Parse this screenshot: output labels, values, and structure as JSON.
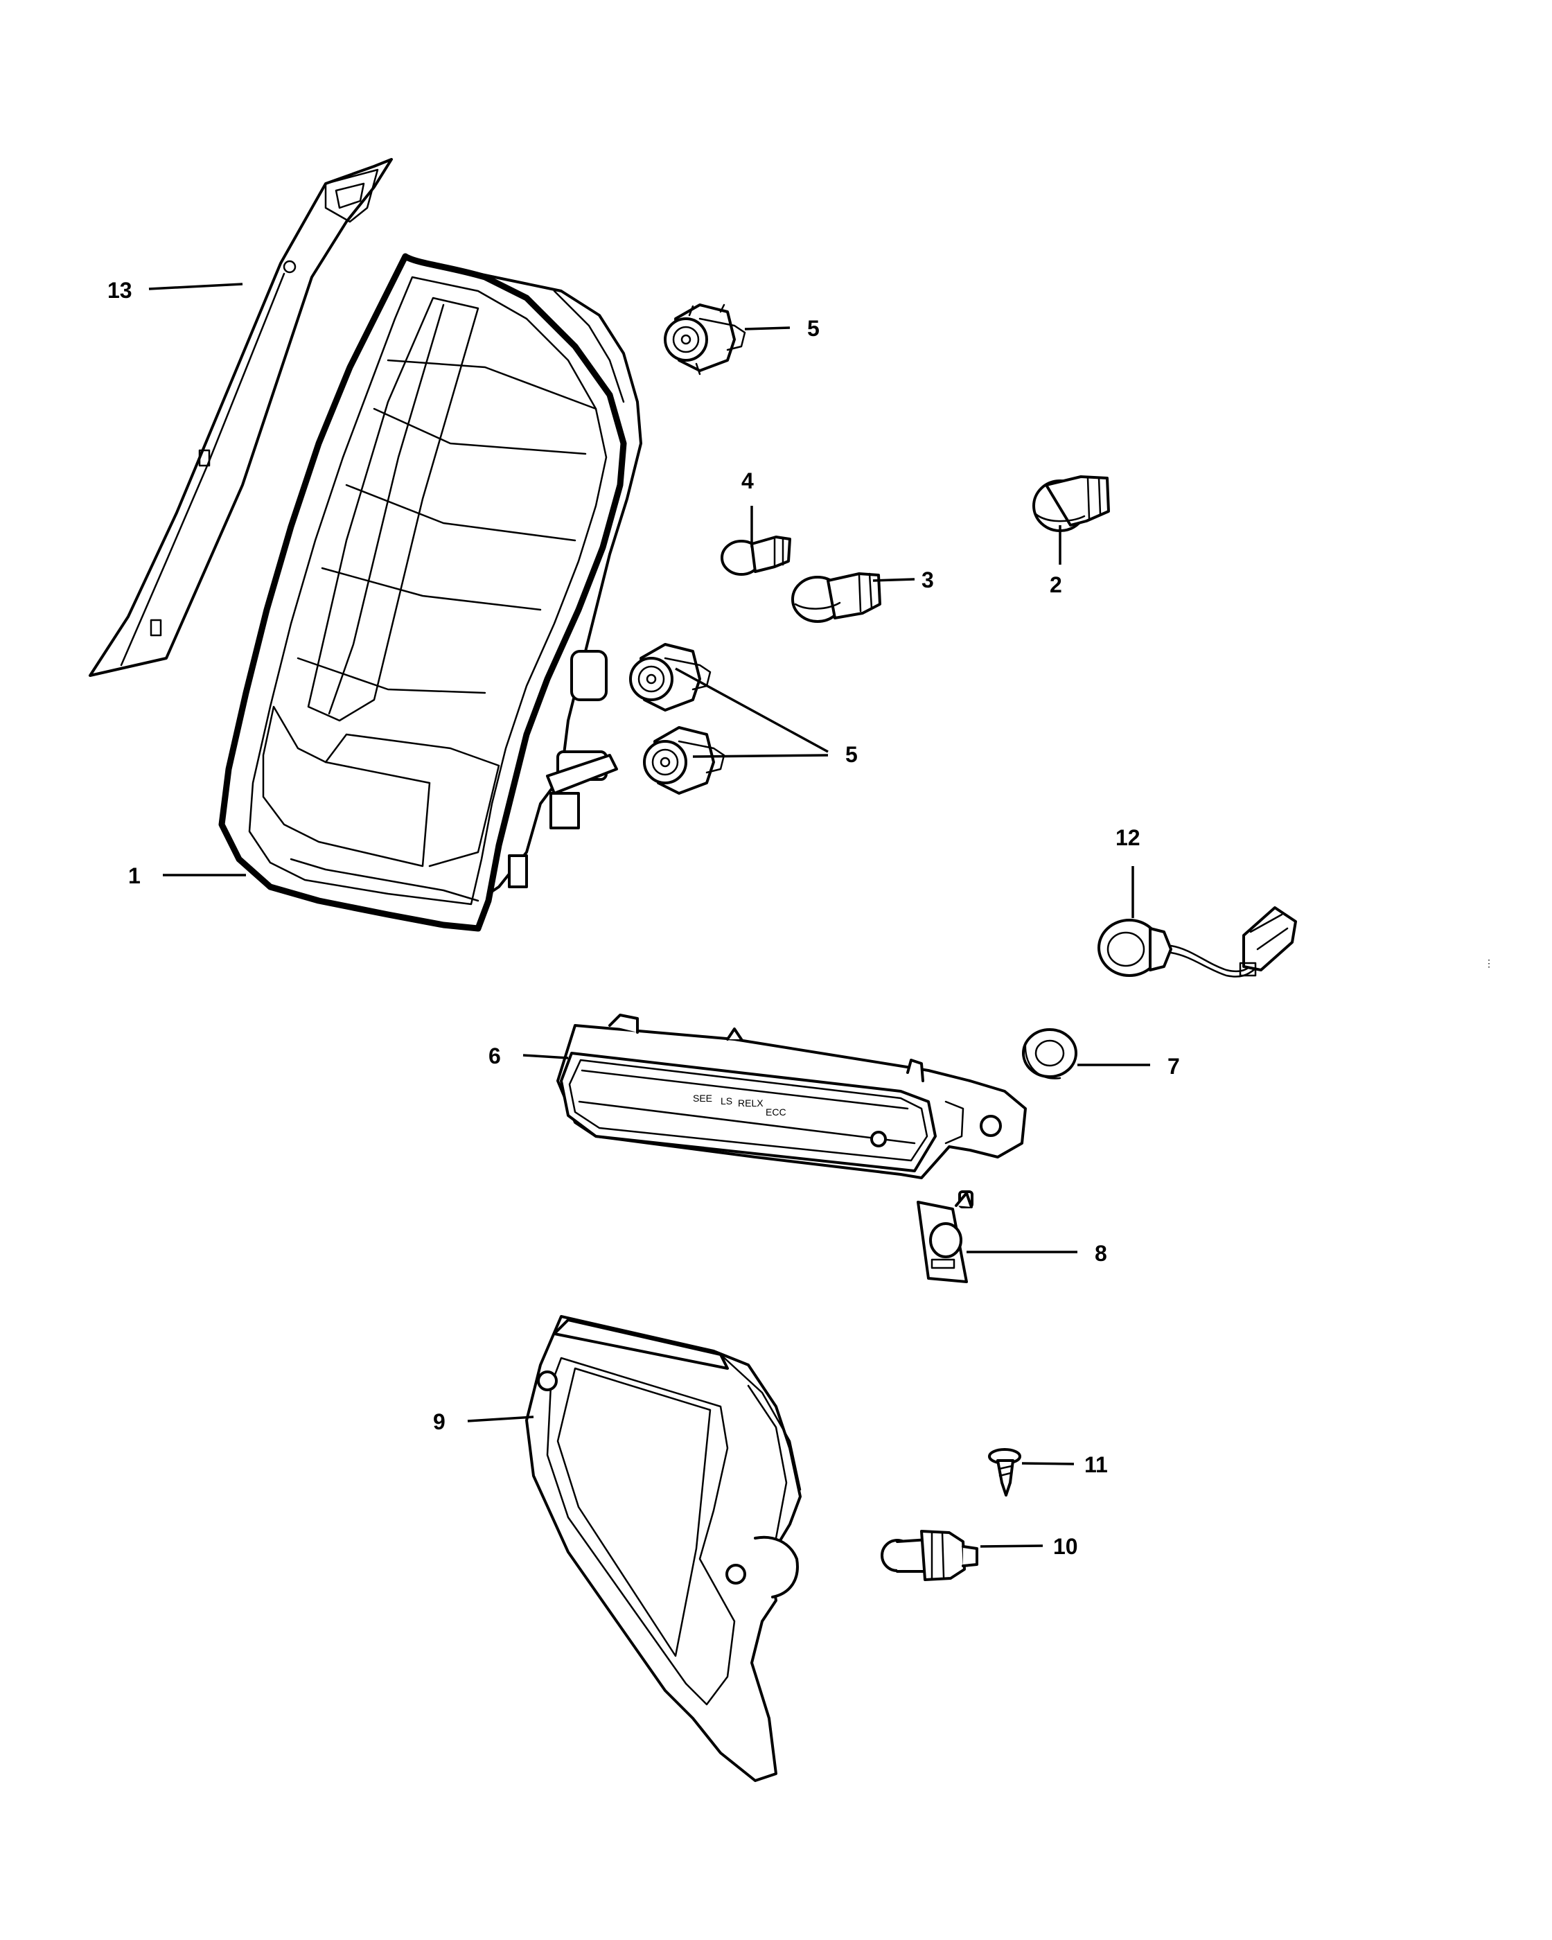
{
  "diagram": {
    "type": "exploded-parts-diagram",
    "line_color": "#000000",
    "background": "#ffffff",
    "callouts": [
      {
        "id": "c13",
        "label": "13"
      },
      {
        "id": "c5a",
        "label": "5"
      },
      {
        "id": "c4",
        "label": "4"
      },
      {
        "id": "c3",
        "label": "3"
      },
      {
        "id": "c2",
        "label": "2"
      },
      {
        "id": "c5b",
        "label": "5"
      },
      {
        "id": "c1",
        "label": "1"
      },
      {
        "id": "c12",
        "label": "12"
      },
      {
        "id": "c6",
        "label": "6"
      },
      {
        "id": "c7",
        "label": "7"
      },
      {
        "id": "c8",
        "label": "8"
      },
      {
        "id": "c9",
        "label": "9"
      },
      {
        "id": "c11",
        "label": "11"
      },
      {
        "id": "c10",
        "label": "10"
      }
    ],
    "embossed_text": {
      "lens_marks": [
        "SEE",
        "LS",
        "RELX",
        "ECC"
      ]
    }
  }
}
